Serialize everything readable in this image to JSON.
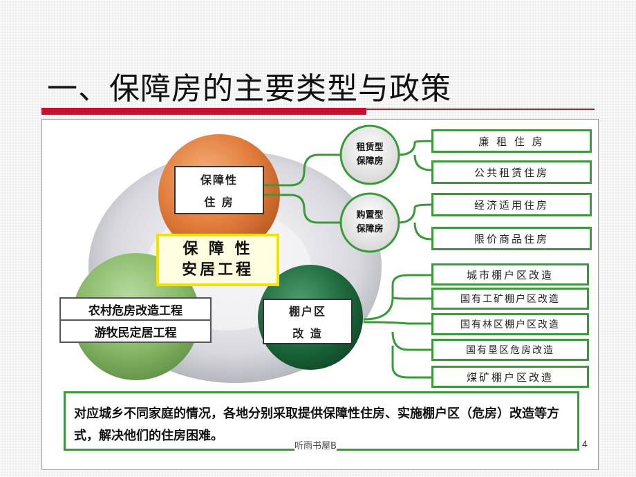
{
  "title": "一、保障房的主要类型与政策",
  "center": {
    "line1": "保 障 性",
    "line2": "安居工程"
  },
  "top_circle": {
    "line1": "保障性",
    "line2": "住  房"
  },
  "right_circle": {
    "line1": "棚户区",
    "line2": "改  造"
  },
  "left_circle": {
    "items": [
      "农村危房改造工程",
      "游牧民定居工程"
    ]
  },
  "branch_rent": {
    "line1": "租赁型",
    "line2": "保障房"
  },
  "branch_buy": {
    "line1": "购置型",
    "line2": "保障房"
  },
  "rent_items": [
    "廉 租 住 房",
    "公共租赁住房"
  ],
  "buy_items": [
    "经济适用住房",
    "限价商品住房"
  ],
  "shack_items": [
    "城市棚户区改造",
    "国有工矿棚户区改造",
    "国有林区棚户区改造",
    "国有垦区危房改造",
    "煤矿棚户区改造"
  ],
  "footer": {
    "text": "对应城乡不同家庭的情况，各地分别采取提供保障性住房、实施棚户区（危房）改造等方式，解决他们的住房困难。"
  },
  "footer_label": "听雨书屋B",
  "page_number": "4",
  "colors": {
    "accent_red": "#c8102e",
    "branch_green": "#3a9a3a",
    "highlight_yellow": "#f2e200"
  }
}
